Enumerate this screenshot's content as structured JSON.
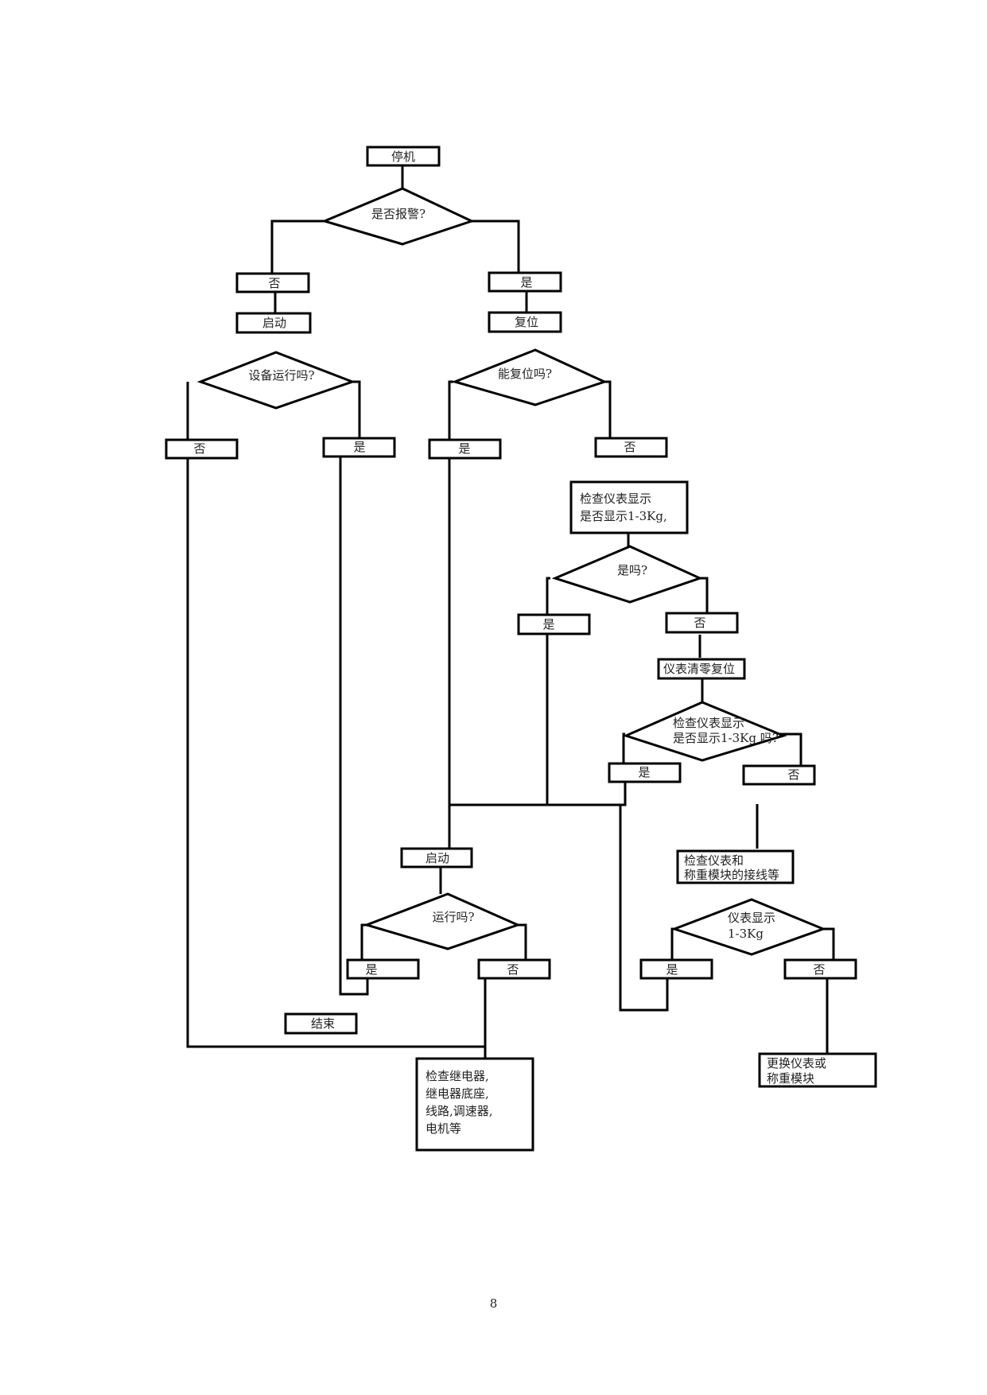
{
  "flowchart": {
    "stop": "停机",
    "alarm_question": "是否报警?",
    "alarm_no": "否",
    "alarm_yes": "是",
    "start": "启动",
    "reset": "复位",
    "device_running_question": "设备运行吗?",
    "can_reset_question": "能复位吗?",
    "running_no": "否",
    "running_yes": "是",
    "reset_yes": "是",
    "reset_no": "否",
    "check_meter_line1": "检查仪表显示",
    "check_meter_line2": "是否显示1-3Kg,",
    "is_it_question": "是吗?",
    "is_it_yes": "是",
    "is_it_no": "否",
    "meter_zero_reset": "仪表清零复位",
    "check_again_line1": "检查仪表显示",
    "check_again_line2": "是否显示1-3Kg 吗?",
    "check_again_yes": "是",
    "check_again_no": "否",
    "start2": "启动",
    "run_question": "运行吗?",
    "run_yes": "是",
    "run_no": "否",
    "end": "结束",
    "check_wiring_line1": "检查仪表和",
    "check_wiring_line2": "称重模块的接线等",
    "meter_display_line1": "仪表显示",
    "meter_display_line2": "1-3Kg",
    "display_yes": "是",
    "display_no": "否",
    "replace_line1": "更换仪表或",
    "replace_line2": "称重模块",
    "relay_line1": "检查继电器,",
    "relay_line2": "继电器底座,",
    "relay_line3": "线路,调速器,",
    "relay_line4": "电机等"
  },
  "page_number": "8"
}
